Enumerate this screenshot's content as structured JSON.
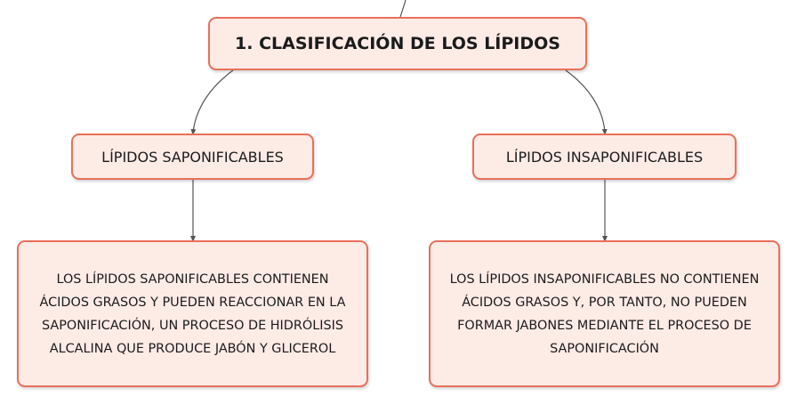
{
  "colors": {
    "node_fill": "#fdebe6",
    "node_border": "#e8705b",
    "connector": "#555555",
    "text": "#1b1b1b"
  },
  "mindmap": {
    "root": {
      "label": "1. CLASIFICACIÓN DE LOS LÍPIDOS"
    },
    "branches": [
      {
        "label": "LÍPIDOS SAPONIFICABLES",
        "description": "LOS LÍPIDOS SAPONIFICABLES CONTIENEN ÁCIDOS GRASOS Y PUEDEN REACCIONAR EN LA SAPONIFICACIÓN, UN PROCESO DE HIDRÓLISIS ALCALINA QUE PRODUCE JABÓN Y GLICEROL"
      },
      {
        "label": "LÍPIDOS INSAPONIFICABLES",
        "description": "LOS LÍPIDOS INSAPONIFICABLES NO CONTIENEN ÁCIDOS GRASOS Y, POR TANTO, NO PUEDEN FORMAR JABONES MEDIANTE EL PROCESO DE SAPONIFICACIÓN"
      }
    ]
  }
}
